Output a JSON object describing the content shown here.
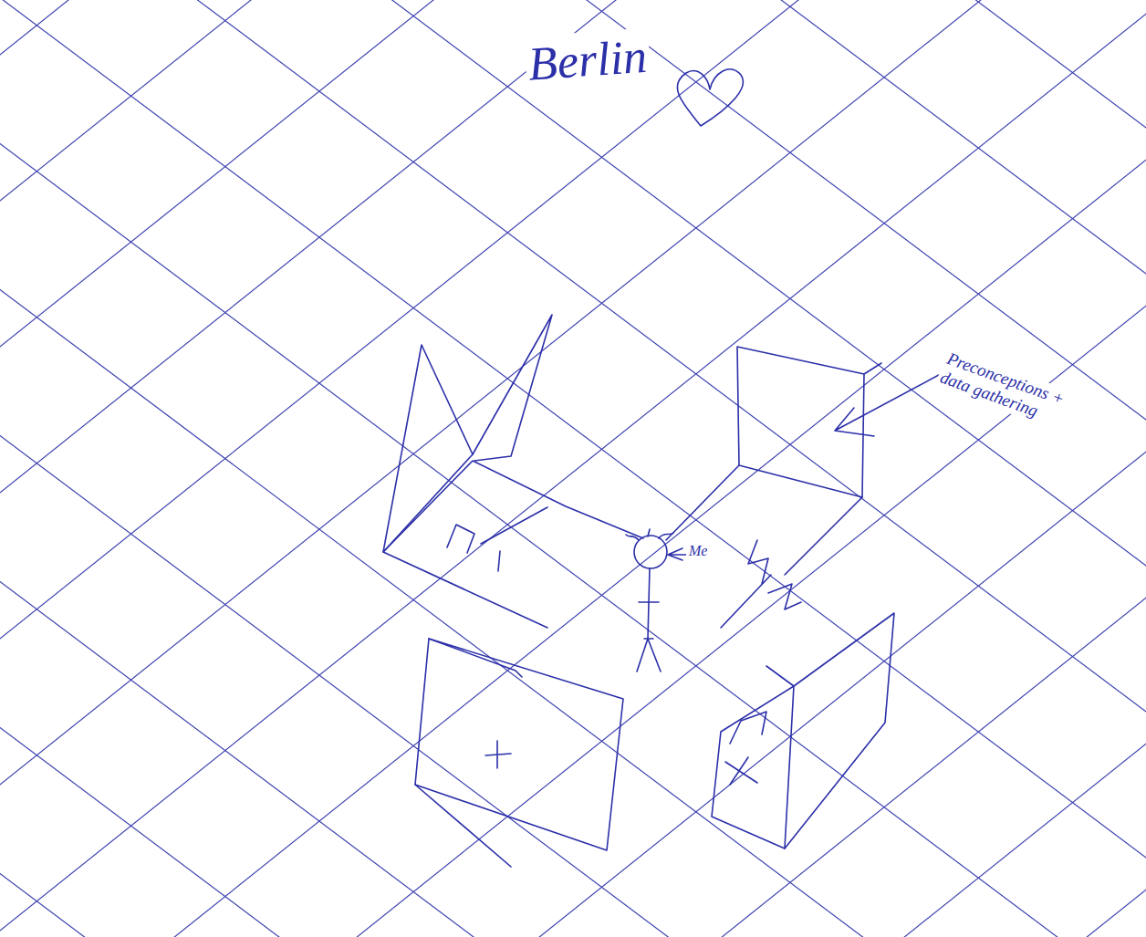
{
  "diagram": {
    "labels": [
      "Berlin",
      "Me",
      "Preconceptions + data gathering"
    ]
  }
}
